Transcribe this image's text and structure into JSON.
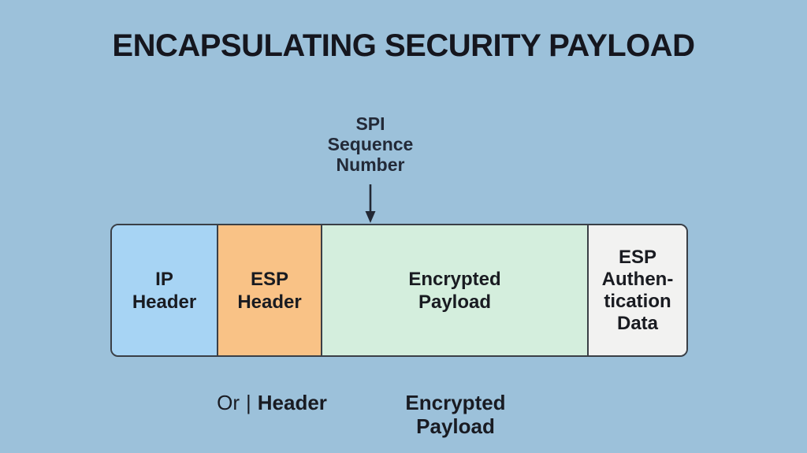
{
  "title": "ENCAPSULATING SECURITY PAYLOAD",
  "annotation": {
    "line1": "SPI",
    "line2": "Sequence",
    "line3": "Number"
  },
  "packet": {
    "segments": [
      {
        "id": "ip-header",
        "line1": "IP",
        "line2": "Header",
        "fill": "#a7d4f4"
      },
      {
        "id": "esp-header",
        "line1": "ESP",
        "line2": "Header",
        "fill": "#f9c286"
      },
      {
        "id": "encrypted-payload",
        "line1": "Encrypted",
        "line2": "Payload",
        "fill": "#d4eedd"
      },
      {
        "id": "esp-authentication-data",
        "line1": "ESP",
        "line2": "Authen-",
        "line3": "tication",
        "line4": "Data",
        "fill": "#f2f2f1"
      }
    ]
  },
  "footer": {
    "alt_prefix": "Or",
    "separator": "|",
    "alt_header": "Header",
    "payload_line1": "Encrypted",
    "payload_line2": "Payload"
  },
  "colors": {
    "background": "#9cc1da",
    "border": "#3a3f46",
    "title_text": "#15161e",
    "annotation_text": "#232a38",
    "box_text": "#191b21",
    "footer_text": "#191b22",
    "arrow": "#222834"
  }
}
